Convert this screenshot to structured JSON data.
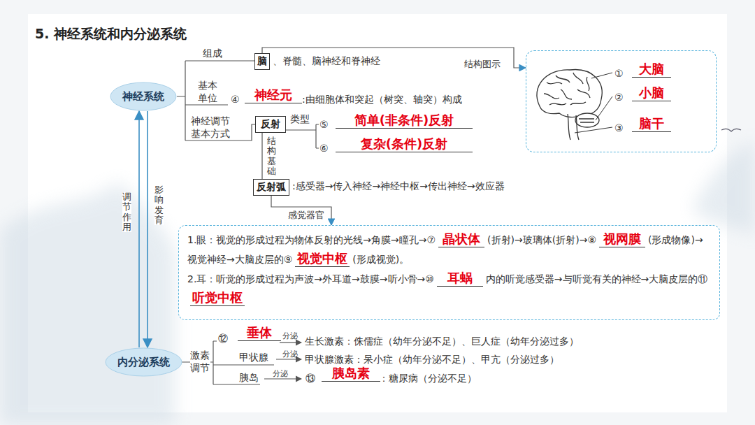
{
  "diagram": {
    "title": "5. 神经系统和内分泌系统",
    "nodes": [
      {
        "text": [
          "神经系统"
        ]
      },
      {
        "text": [
          "脑"
        ]
      },
      {
        "text": [
          "①",
          "大脑",
          "②",
          "小脑",
          "③",
          "脑干"
        ]
      },
      {
        "text": [
          "反射"
        ]
      },
      {
        "text": [
          "反射弧"
        ]
      },
      {
        "text": [
          "1.眼：视觉的形成过程为物体反射的光线→角膜→瞳孔→⑦",
          "晶状体",
          "(折射)→玻璃体(折射)→⑧",
          "视网膜",
          "(形成物像)→视觉神经→大脑皮层的⑨",
          "视觉中枢",
          "(形成视觉)。",
          "2.耳：听觉的形成过程为声波→外耳道→鼓膜→听小骨→⑩",
          "耳蜗",
          "内的听觉感受器→与听觉有关的神经→大脑皮层的⑪",
          "听觉中枢"
        ]
      },
      {
        "text": [
          "内分泌系统"
        ]
      }
    ],
    "edges": [
      {
        "from": 1,
        "to": 2,
        "label": "结构图示",
        "arrow": "to"
      },
      {
        "from": 3,
        "to": 4,
        "label": "结构基础",
        "arrow": "none"
      },
      {
        "from": 4,
        "to": 5,
        "label": "感觉器官",
        "arrow": "to"
      },
      {
        "from": 6,
        "to": 0,
        "label": "调节作用",
        "arrow": "to"
      },
      {
        "from": 0,
        "to": 6,
        "label": "影响发育",
        "arrow": "to"
      }
    ],
    "labels": [
      "组成",
      "、脊髓、脑神经和脊神经",
      "基本 单位",
      "④",
      "神经元",
      ":由细胞体和突起（树突、轴突）构成",
      "神经调节 基本方式",
      "类型",
      "⑤",
      "简单(非条件)反射",
      "⑥",
      "复杂(条件)反射",
      ":感受器→传入神经→神经中枢→传出神经→效应器",
      "激素 调节",
      "⑫",
      "垂体",
      "分泌",
      "生长激素：侏儒症（幼年分泌不足）、巨人症（幼年分泌过多）",
      "甲状腺",
      "分泌",
      "甲状腺激素：呆小症（幼年分泌不足）、甲亢（分泌过多）",
      "胰岛",
      "分泌",
      "⑬",
      "胰岛素",
      "：糖尿病（分泌不足）"
    ]
  }
}
